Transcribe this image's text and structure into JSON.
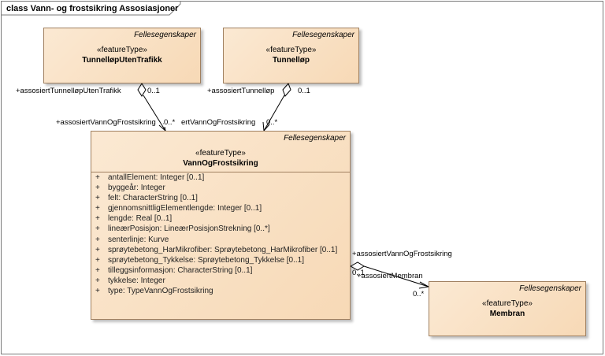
{
  "frame": {
    "title": "class Vann- og frostsikring Assosiasjoner"
  },
  "classes": {
    "tunnellopUtenTrafikk": {
      "package": "Fellesegenskaper",
      "stereotype": "«featureType»",
      "name": "TunnelløpUtenTrafikk"
    },
    "tunnellop": {
      "package": "Fellesegenskaper",
      "stereotype": "«featureType»",
      "name": "Tunnelløp"
    },
    "vannOgFrostsikring": {
      "package": "Fellesegenskaper",
      "stereotype": "«featureType»",
      "name": "VannOgFrostsikring",
      "attributes": [
        {
          "visibility": "+",
          "text": "antallElement: Integer [0..1]"
        },
        {
          "visibility": "+",
          "text": "byggeår: Integer"
        },
        {
          "visibility": "+",
          "text": "felt: CharacterString [0..1]"
        },
        {
          "visibility": "+",
          "text": "gjennomsnittligElementlengde: Integer [0..1]"
        },
        {
          "visibility": "+",
          "text": "lengde: Real [0..1]"
        },
        {
          "visibility": "+",
          "text": "lineærPosisjon: LineærPosisjonStrekning [0..*]"
        },
        {
          "visibility": "+",
          "text": "senterlinje: Kurve"
        },
        {
          "visibility": "+",
          "text": "sprøytebetong_HarMikrofiber: Sprøytebetong_HarMikrofiber [0..1]"
        },
        {
          "visibility": "+",
          "text": "sprøytebetong_Tykkelse: Sprøytebetong_Tykkelse [0..1]"
        },
        {
          "visibility": "+",
          "text": "tilleggsinformasjon: CharacterString [0..1]"
        },
        {
          "visibility": "+",
          "text": "tykkelse: Integer"
        },
        {
          "visibility": "+",
          "text": "type: TypeVannOgFrostsikring"
        }
      ]
    },
    "membran": {
      "package": "Fellesegenskaper",
      "stereotype": "«featureType»",
      "name": "Membran"
    }
  },
  "associations": {
    "a1": {
      "source_role": "+assosiertTunnelløpUtenTrafikk",
      "source_mult": "0..1",
      "target_role": "+assosiertVannOgFrostsikring",
      "target_mult": "0..*"
    },
    "a2": {
      "source_role": "+assosiertTunnelløp",
      "source_mult": "0..1",
      "target_role": "ertVannOgFrostsikring",
      "target_mult": "0..*"
    },
    "a3": {
      "source_role": "+assosiertVannOgFrostsikring",
      "source_mult": "0..1",
      "target_role": "+assosiertMembran",
      "target_mult": "0..*"
    }
  },
  "colors": {
    "class_fill": "#f9e1c4",
    "class_border": "#a08060",
    "frame_border": "#7a7a7a",
    "line": "#000000"
  }
}
